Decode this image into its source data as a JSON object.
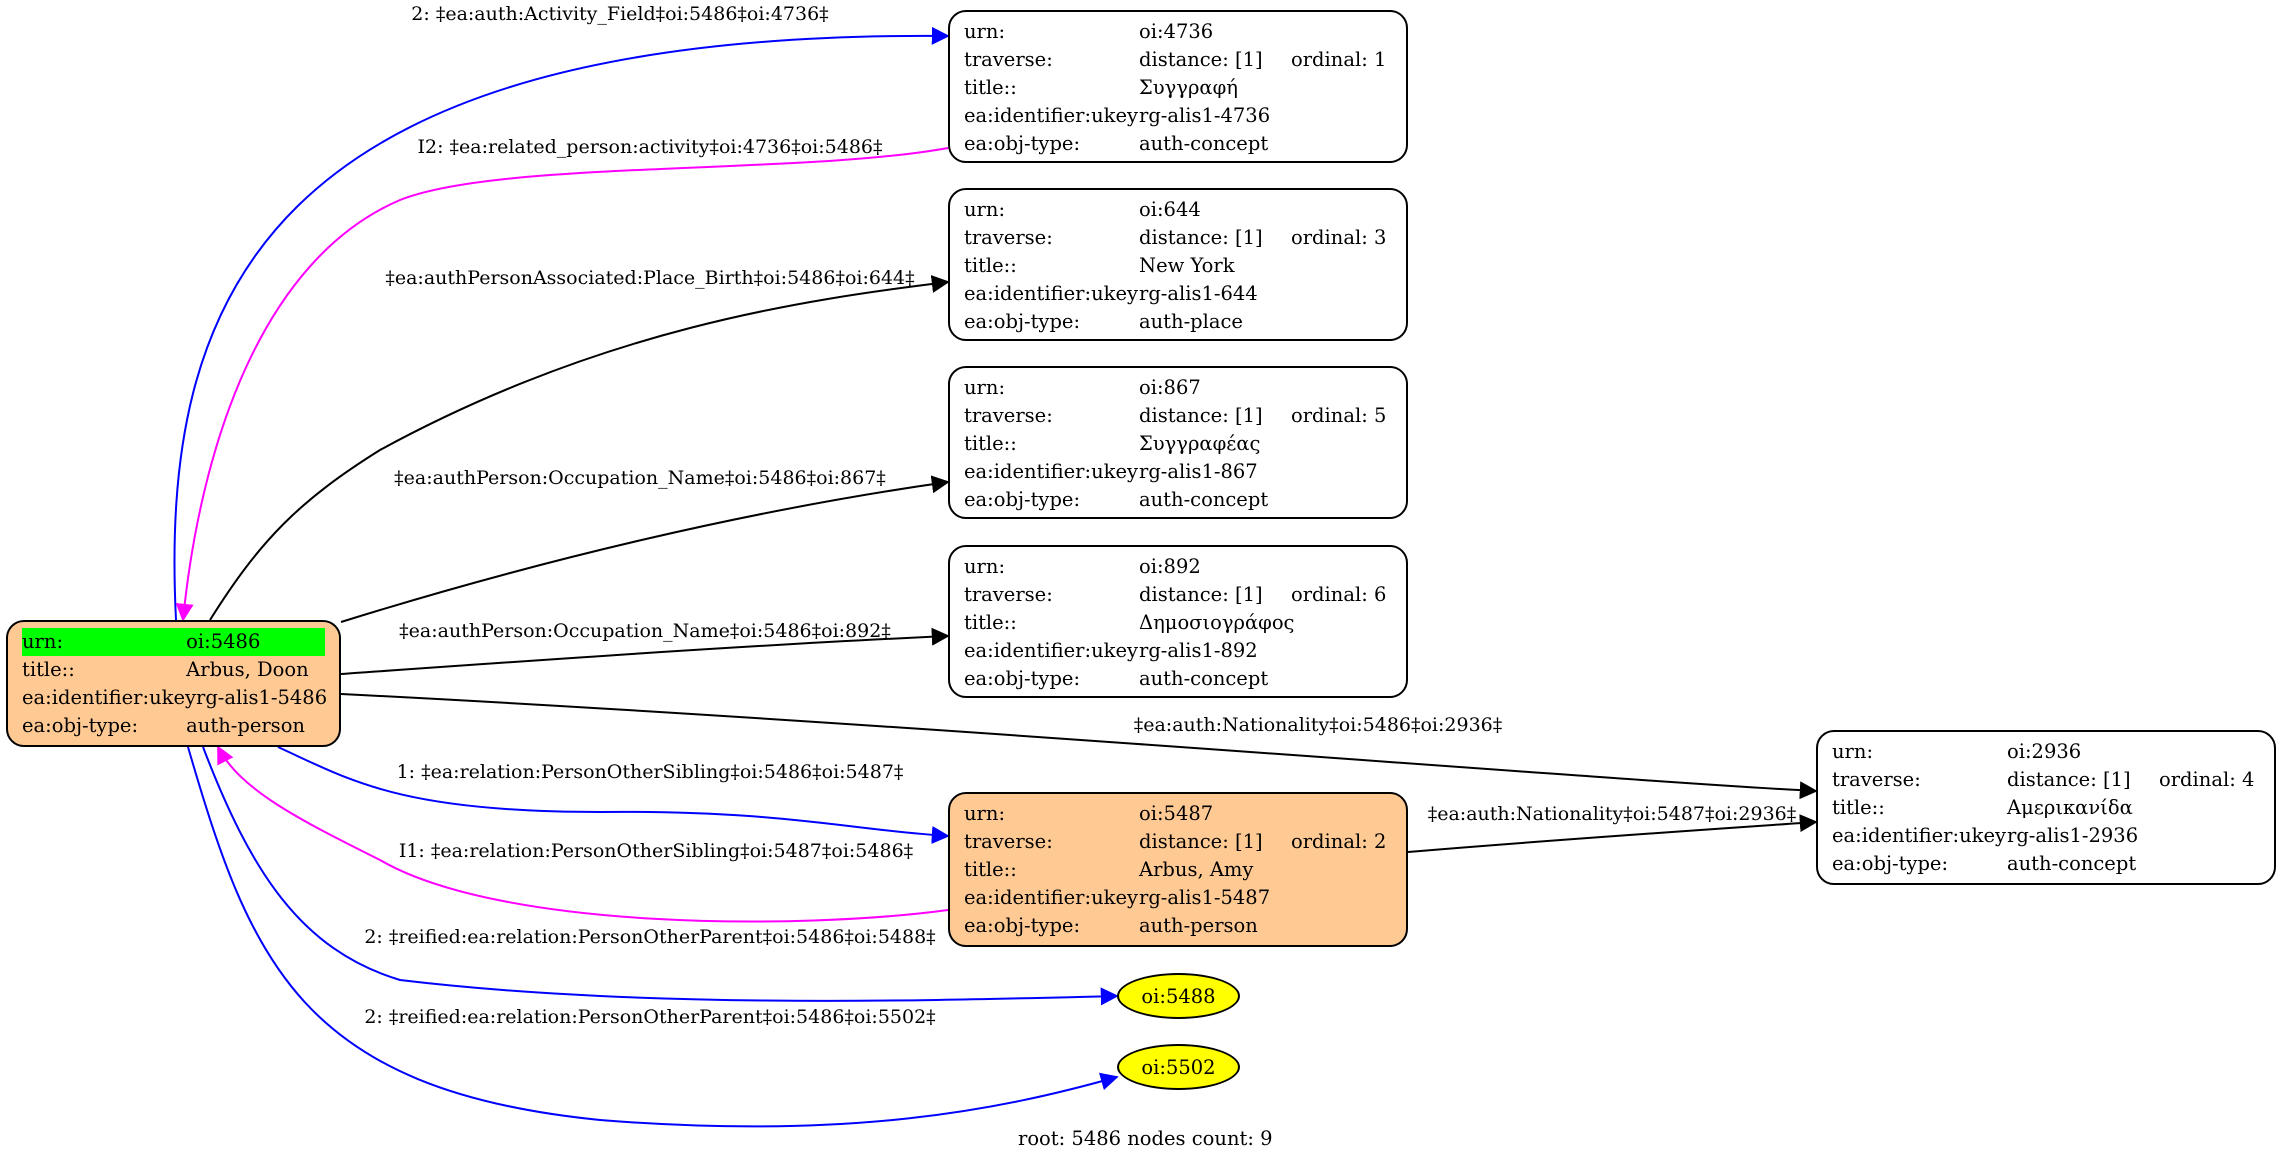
{
  "nodes": {
    "root": {
      "rows": [
        {
          "k": "urn:",
          "v": "oi:5486"
        },
        {
          "k": "title::",
          "v": "Arbus, Doon"
        },
        {
          "k": "ea:identifier:ukey",
          "v": "rg-alis1-5486"
        },
        {
          "k": "ea:obj-type:",
          "v": "auth-person"
        }
      ]
    },
    "n4736": {
      "rows": [
        {
          "k": "urn:",
          "v": "oi:4736",
          "o": ""
        },
        {
          "k": "traverse:",
          "v": "distance: [1]",
          "o": "ordinal: 1"
        },
        {
          "k": "title::",
          "v": "Συγγραφή",
          "o": ""
        },
        {
          "k": "ea:identifier:ukey",
          "v": "rg-alis1-4736",
          "o": ""
        },
        {
          "k": "ea:obj-type:",
          "v": "auth-concept",
          "o": ""
        }
      ]
    },
    "n644": {
      "rows": [
        {
          "k": "urn:",
          "v": "oi:644",
          "o": ""
        },
        {
          "k": "traverse:",
          "v": "distance: [1]",
          "o": "ordinal: 3"
        },
        {
          "k": "title::",
          "v": "New York",
          "o": ""
        },
        {
          "k": "ea:identifier:ukey",
          "v": "rg-alis1-644",
          "o": ""
        },
        {
          "k": "ea:obj-type:",
          "v": "auth-place",
          "o": ""
        }
      ]
    },
    "n867": {
      "rows": [
        {
          "k": "urn:",
          "v": "oi:867",
          "o": ""
        },
        {
          "k": "traverse:",
          "v": "distance: [1]",
          "o": "ordinal: 5"
        },
        {
          "k": "title::",
          "v": "Συγγραφέας",
          "o": ""
        },
        {
          "k": "ea:identifier:ukey",
          "v": "rg-alis1-867",
          "o": ""
        },
        {
          "k": "ea:obj-type:",
          "v": "auth-concept",
          "o": ""
        }
      ]
    },
    "n892": {
      "rows": [
        {
          "k": "urn:",
          "v": "oi:892",
          "o": ""
        },
        {
          "k": "traverse:",
          "v": "distance: [1]",
          "o": "ordinal: 6"
        },
        {
          "k": "title::",
          "v": "Δημοσιογράφος",
          "o": ""
        },
        {
          "k": "ea:identifier:ukey",
          "v": "rg-alis1-892",
          "o": ""
        },
        {
          "k": "ea:obj-type:",
          "v": "auth-concept",
          "o": ""
        }
      ]
    },
    "n5487": {
      "rows": [
        {
          "k": "urn:",
          "v": "oi:5487",
          "o": ""
        },
        {
          "k": "traverse:",
          "v": "distance: [1]",
          "o": "ordinal: 2"
        },
        {
          "k": "title::",
          "v": "Arbus, Amy",
          "o": ""
        },
        {
          "k": "ea:identifier:ukey",
          "v": "rg-alis1-5487",
          "o": ""
        },
        {
          "k": "ea:obj-type:",
          "v": "auth-person",
          "o": ""
        }
      ]
    },
    "n2936": {
      "rows": [
        {
          "k": "urn:",
          "v": "oi:2936",
          "o": ""
        },
        {
          "k": "traverse:",
          "v": "distance: [1]",
          "o": "ordinal: 4"
        },
        {
          "k": "title::",
          "v": "Αμερικανίδα",
          "o": ""
        },
        {
          "k": "ea:identifier:ukey",
          "v": "rg-alis1-2936",
          "o": ""
        },
        {
          "k": "ea:obj-type:",
          "v": "auth-concept",
          "o": ""
        }
      ]
    },
    "e5488": {
      "label": "oi:5488"
    },
    "e5502": {
      "label": "oi:5502"
    }
  },
  "edges": [
    {
      "label": "2: ‡ea:auth:Activity_Field‡oi:5486‡oi:4736‡",
      "color": "#0000ff"
    },
    {
      "label": "I2: ‡ea:related_person:activity‡oi:4736‡oi:5486‡",
      "color": "#ff00ff"
    },
    {
      "label": "‡ea:authPersonAssociated:Place_Birth‡oi:5486‡oi:644‡",
      "color": "#000000"
    },
    {
      "label": "‡ea:authPerson:Occupation_Name‡oi:5486‡oi:867‡",
      "color": "#000000"
    },
    {
      "label": "‡ea:authPerson:Occupation_Name‡oi:5486‡oi:892‡",
      "color": "#000000"
    },
    {
      "label": "‡ea:auth:Nationality‡oi:5486‡oi:2936‡",
      "color": "#000000"
    },
    {
      "label": "1: ‡ea:relation:PersonOtherSibling‡oi:5486‡oi:5487‡",
      "color": "#0000ff"
    },
    {
      "label": "I1: ‡ea:relation:PersonOtherSibling‡oi:5487‡oi:5486‡",
      "color": "#ff00ff"
    },
    {
      "label": "‡ea:auth:Nationality‡oi:5487‡oi:2936‡",
      "color": "#000000"
    },
    {
      "label": "2: ‡reified:ea:relation:PersonOtherParent‡oi:5486‡oi:5488‡",
      "color": "#0000ff"
    },
    {
      "label": "2: ‡reified:ea:relation:PersonOtherParent‡oi:5486‡oi:5502‡",
      "color": "#0000ff"
    }
  ],
  "colors": {
    "highlight_node": "#ffc993",
    "root_urn_row": "#00ff00",
    "leaf_ellipse": "#ffff00"
  },
  "footer": "root: 5486 nodes count: 9"
}
